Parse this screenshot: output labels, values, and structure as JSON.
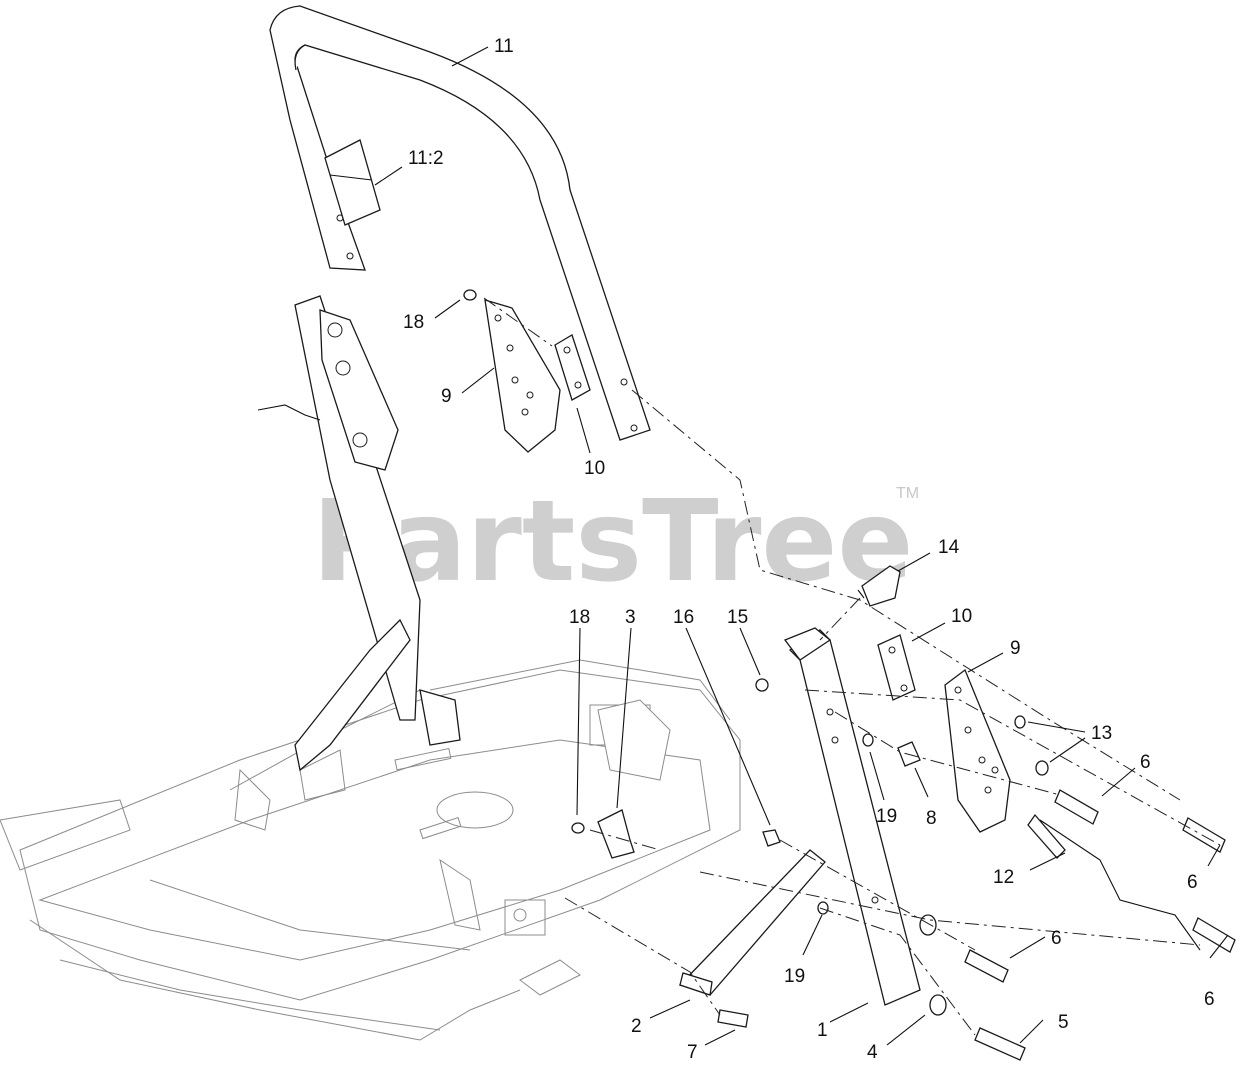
{
  "watermark": {
    "brand": "PartsTree",
    "trademark": "TM"
  },
  "callouts": [
    {
      "id": "c-11",
      "label": "11"
    },
    {
      "id": "c-11-2",
      "label": "11:2"
    },
    {
      "id": "c-18-top",
      "label": "18"
    },
    {
      "id": "c-9-left",
      "label": "9"
    },
    {
      "id": "c-10-left",
      "label": "10"
    },
    {
      "id": "c-14",
      "label": "14"
    },
    {
      "id": "c-10-right",
      "label": "10"
    },
    {
      "id": "c-9-right",
      "label": "9"
    },
    {
      "id": "c-18-mid",
      "label": "18"
    },
    {
      "id": "c-3",
      "label": "3"
    },
    {
      "id": "c-16",
      "label": "16"
    },
    {
      "id": "c-15",
      "label": "15"
    },
    {
      "id": "c-13",
      "label": "13"
    },
    {
      "id": "c-6-a",
      "label": "6"
    },
    {
      "id": "c-19-a",
      "label": "19"
    },
    {
      "id": "c-8",
      "label": "8"
    },
    {
      "id": "c-12",
      "label": "12"
    },
    {
      "id": "c-6-b",
      "label": "6"
    },
    {
      "id": "c-19-b",
      "label": "19"
    },
    {
      "id": "c-6-c",
      "label": "6"
    },
    {
      "id": "c-6-d",
      "label": "6"
    },
    {
      "id": "c-2",
      "label": "2"
    },
    {
      "id": "c-7",
      "label": "7"
    },
    {
      "id": "c-1",
      "label": "1"
    },
    {
      "id": "c-4",
      "label": "4"
    },
    {
      "id": "c-5",
      "label": "5"
    }
  ]
}
